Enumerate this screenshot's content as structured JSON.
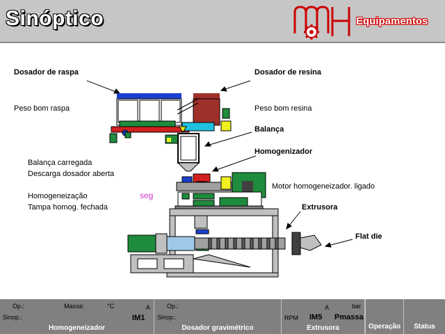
{
  "header": {
    "title": "Sinóptico",
    "brand": "Equipamentos"
  },
  "labels": {
    "dosador_raspa": "Dosador de raspa",
    "dosador_resina": "Dosador de resina",
    "peso_raspa": "Peso bom raspa",
    "peso_resina": "Peso bom resina",
    "balanca": "Balança",
    "homogenizador": "Homogenizador",
    "balanca_carregada": "Balança carregada",
    "descarga_aberta": "Descarga dosador aberta",
    "homogeneizacao": "Homogeneização",
    "seg": "seg",
    "tampa": "Tampa homog. fechada",
    "motor": "Motor homogeneizador. ligado",
    "extrusora": "Extrusora",
    "flat_die": "Flat die"
  },
  "footer": {
    "homog": {
      "op": "Op.:",
      "massa": "Massa:",
      "unit_c": "°C",
      "unit_a": "A",
      "sinop": "Sinop.:",
      "motor": "IM1",
      "title": "Homogeneizador"
    },
    "dosador": {
      "op": "Op.:",
      "sinop": "Sinop.:",
      "title": "Dosador gravimétrico"
    },
    "extrusora": {
      "unit_a": "A",
      "unit_bar": "bar",
      "rpm": "RPM",
      "motor": "IM5",
      "pmassa": "Pmassa",
      "title": "Extrusora"
    },
    "operacao": "Operação",
    "status": "Status"
  },
  "colors": {
    "header_bg": "#c6c6c6",
    "footer_bg": "#808080",
    "brand_red": "#cc0000",
    "machine_green": "#1e8c3c",
    "hopper_blue": "#1a3fd0",
    "resin_red": "#a0302a"
  }
}
